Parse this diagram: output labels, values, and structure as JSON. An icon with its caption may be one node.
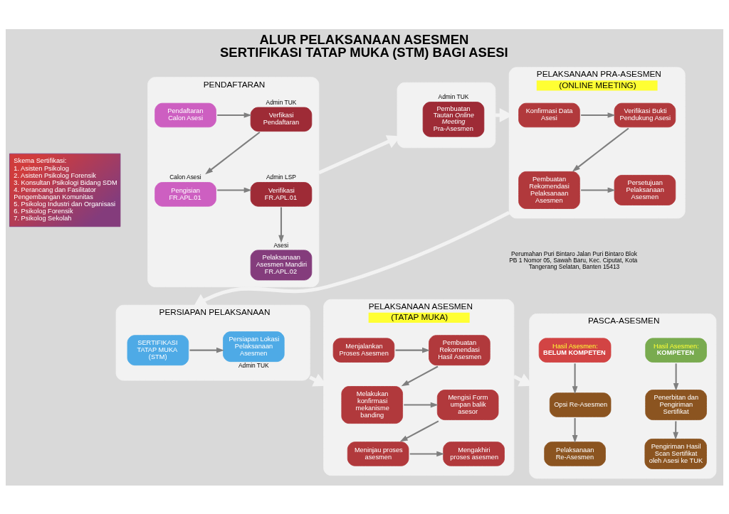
{
  "diagram": {
    "title": "ALUR PELAKSANAAN ASESMEN SERTIFIKASI TATAP MUKA (STM) BAGI ASESI",
    "nodes": [
      {
        "text": [
          "Skema Sertifikasi:",
          "1. Asisten Psikolog",
          "2. Asisten Psikolog Forensik",
          "3. Konsultan Psikologi Bidang SDM",
          "4. Perancang dan Fasilitator Pengembangan Komunitas",
          "5. Psikolog Industri dan Organisasi",
          "6. Psikolog Forensik",
          "7. Psikolog Sekolah"
        ]
      },
      {
        "text": [
          "PENDAFTARAN"
        ]
      },
      {
        "text": [
          "Pendaftaran Calon Asesi"
        ],
        "in": 1
      },
      {
        "text": [
          "Verfikasi Pendaftaran"
        ],
        "beside": [
          "Admin TUK"
        ],
        "in": 1
      },
      {
        "text": [
          "Pengisian FR.APL.01"
        ],
        "beside": [
          "Calon Asesi"
        ],
        "in": 1
      },
      {
        "text": [
          "Verifikasi FR.APL.01"
        ],
        "beside": [
          "Admin LSP"
        ],
        "in": 1
      },
      {
        "text": [
          "Pelaksanaan Asesmen Mandiri FR.APL.02"
        ],
        "beside": [
          "Asesi"
        ],
        "in": 1
      },
      {
        "text": [],
        "shape": "box"
      },
      {
        "text": [
          "Pembuatan Tautan *Online Meeting* Pra-Asesmen"
        ],
        "beside": [
          "Admin TUK"
        ],
        "in": 7
      },
      {
        "text": [
          "PELAKSANAAN PRA-ASESMEN",
          "(ONLINE MEETING)"
        ]
      },
      {
        "text": [
          "Konfirmasi Data Asesi"
        ],
        "in": 9
      },
      {
        "text": [
          "Verifikasi Bukti Pendukung Asesi"
        ],
        "in": 9
      },
      {
        "text": [
          "Persetujuan Pelaksanaan Asesmen"
        ],
        "in": 9
      },
      {
        "text": [
          "Pembuatan Rekomendasi Pelaksanaan Asesmen"
        ],
        "in": 9
      },
      {
        "text": [
          "PASCA-ASESMEN"
        ]
      },
      {
        "text": [
          "Pengiriman Hasil Scan Sertifikat oleh Asesi ke TUK"
        ],
        "in": 14
      },
      {
        "text": [
          "Penerbitan dan Pengiriman Sertifikat"
        ],
        "in": 14
      },
      {
        "text": [
          "Hasil Asesmen:",
          "KOMPETEN"
        ],
        "in": 14
      },
      {
        "text": [
          "Pelaksanaan Re-Asesmen"
        ],
        "in": 14
      },
      {
        "text": [
          "Opsi Re-Asesmen"
        ],
        "in": 14
      },
      {
        "text": [
          "Hasil Asesmen:",
          "BELUM KOMPETEN"
        ],
        "in": 14
      },
      {
        "text": [
          "PELAKSANAAN ASESMEN",
          "(TATAP MUKA)"
        ]
      },
      {
        "text": [
          "Melakukan konfirmasi mekanisme banding"
        ],
        "in": 21
      },
      {
        "text": [
          "Pembuatan Rekomendasi Hasil Asesmen"
        ],
        "in": 21
      },
      {
        "text": [
          "Menjalankan Proses Asesmen"
        ],
        "in": 21
      },
      {
        "text": [
          "Mengakhiri proses asesmen"
        ],
        "in": 21
      },
      {
        "text": [
          "Meninjau proses asesmen"
        ],
        "in": 21
      },
      {
        "text": [
          "Mengisi Form umpan balik asesor"
        ],
        "in": 21
      },
      {
        "text": [
          "PERSIAPAN PELAKSANAAN"
        ]
      },
      {
        "text": [
          "Persiapan Lokasi Pelaksanaan Asesmen"
        ],
        "beside": [
          "Admin TUK"
        ],
        "in": 28
      },
      {
        "text": [
          "SERTIFIKASI TATAP MUKA (STM)"
        ],
        "in": 28
      }
    ],
    "edges": [
      {
        "from": 2,
        "to": 3,
        "arrow": "to"
      },
      {
        "from": 3,
        "to": 4,
        "arrow": "to"
      },
      {
        "from": 4,
        "to": 5,
        "arrow": "to"
      },
      {
        "from": 5,
        "to": 6,
        "arrow": "to"
      },
      {
        "from": 1,
        "to": 7,
        "arrow": "to",
        "style": "thick",
        "color": "#f2f2f2"
      },
      {
        "from": 7,
        "to": 9,
        "arrow": "to",
        "style": "thick",
        "color": "#f2f2f2"
      },
      {
        "from": 10,
        "to": 11,
        "arrow": "to"
      },
      {
        "from": 11,
        "to": 13,
        "arrow": "to"
      },
      {
        "from": 13,
        "to": 12,
        "arrow": "to"
      },
      {
        "from": 9,
        "to": 28,
        "arrow": "to",
        "style": "thick",
        "color": "#f2f2f2"
      },
      {
        "from": 30,
        "to": 29,
        "arrow": "to"
      },
      {
        "from": 28,
        "to": 21,
        "arrow": "to",
        "style": "thick",
        "color": "#f2f2f2"
      },
      {
        "from": 24,
        "to": 23,
        "arrow": "to"
      },
      {
        "from": 23,
        "to": 22,
        "arrow": "to"
      },
      {
        "from": 22,
        "to": 27,
        "arrow": "to"
      },
      {
        "from": 27,
        "to": 26,
        "arrow": "to"
      },
      {
        "from": 26,
        "to": 25,
        "arrow": "to"
      },
      {
        "from": 21,
        "to": 14,
        "arrow": "to",
        "style": "thick",
        "color": "#f2f2f2"
      },
      {
        "from": 17,
        "to": 16,
        "arrow": "to"
      },
      {
        "from": 16,
        "to": 15,
        "arrow": "to"
      },
      {
        "from": 20,
        "to": 19,
        "arrow": "to"
      },
      {
        "from": 19,
        "to": 18,
        "arrow": "to"
      }
    ],
    "labels": [
      "Perumahan Puri Bintaro Jalan Puri Bintaro Blok PB 1 Nomor 05, Sawah Baru, Kec. Ciputat, Kota Tangerang Selatan, Banten 15413"
    ]
  }
}
